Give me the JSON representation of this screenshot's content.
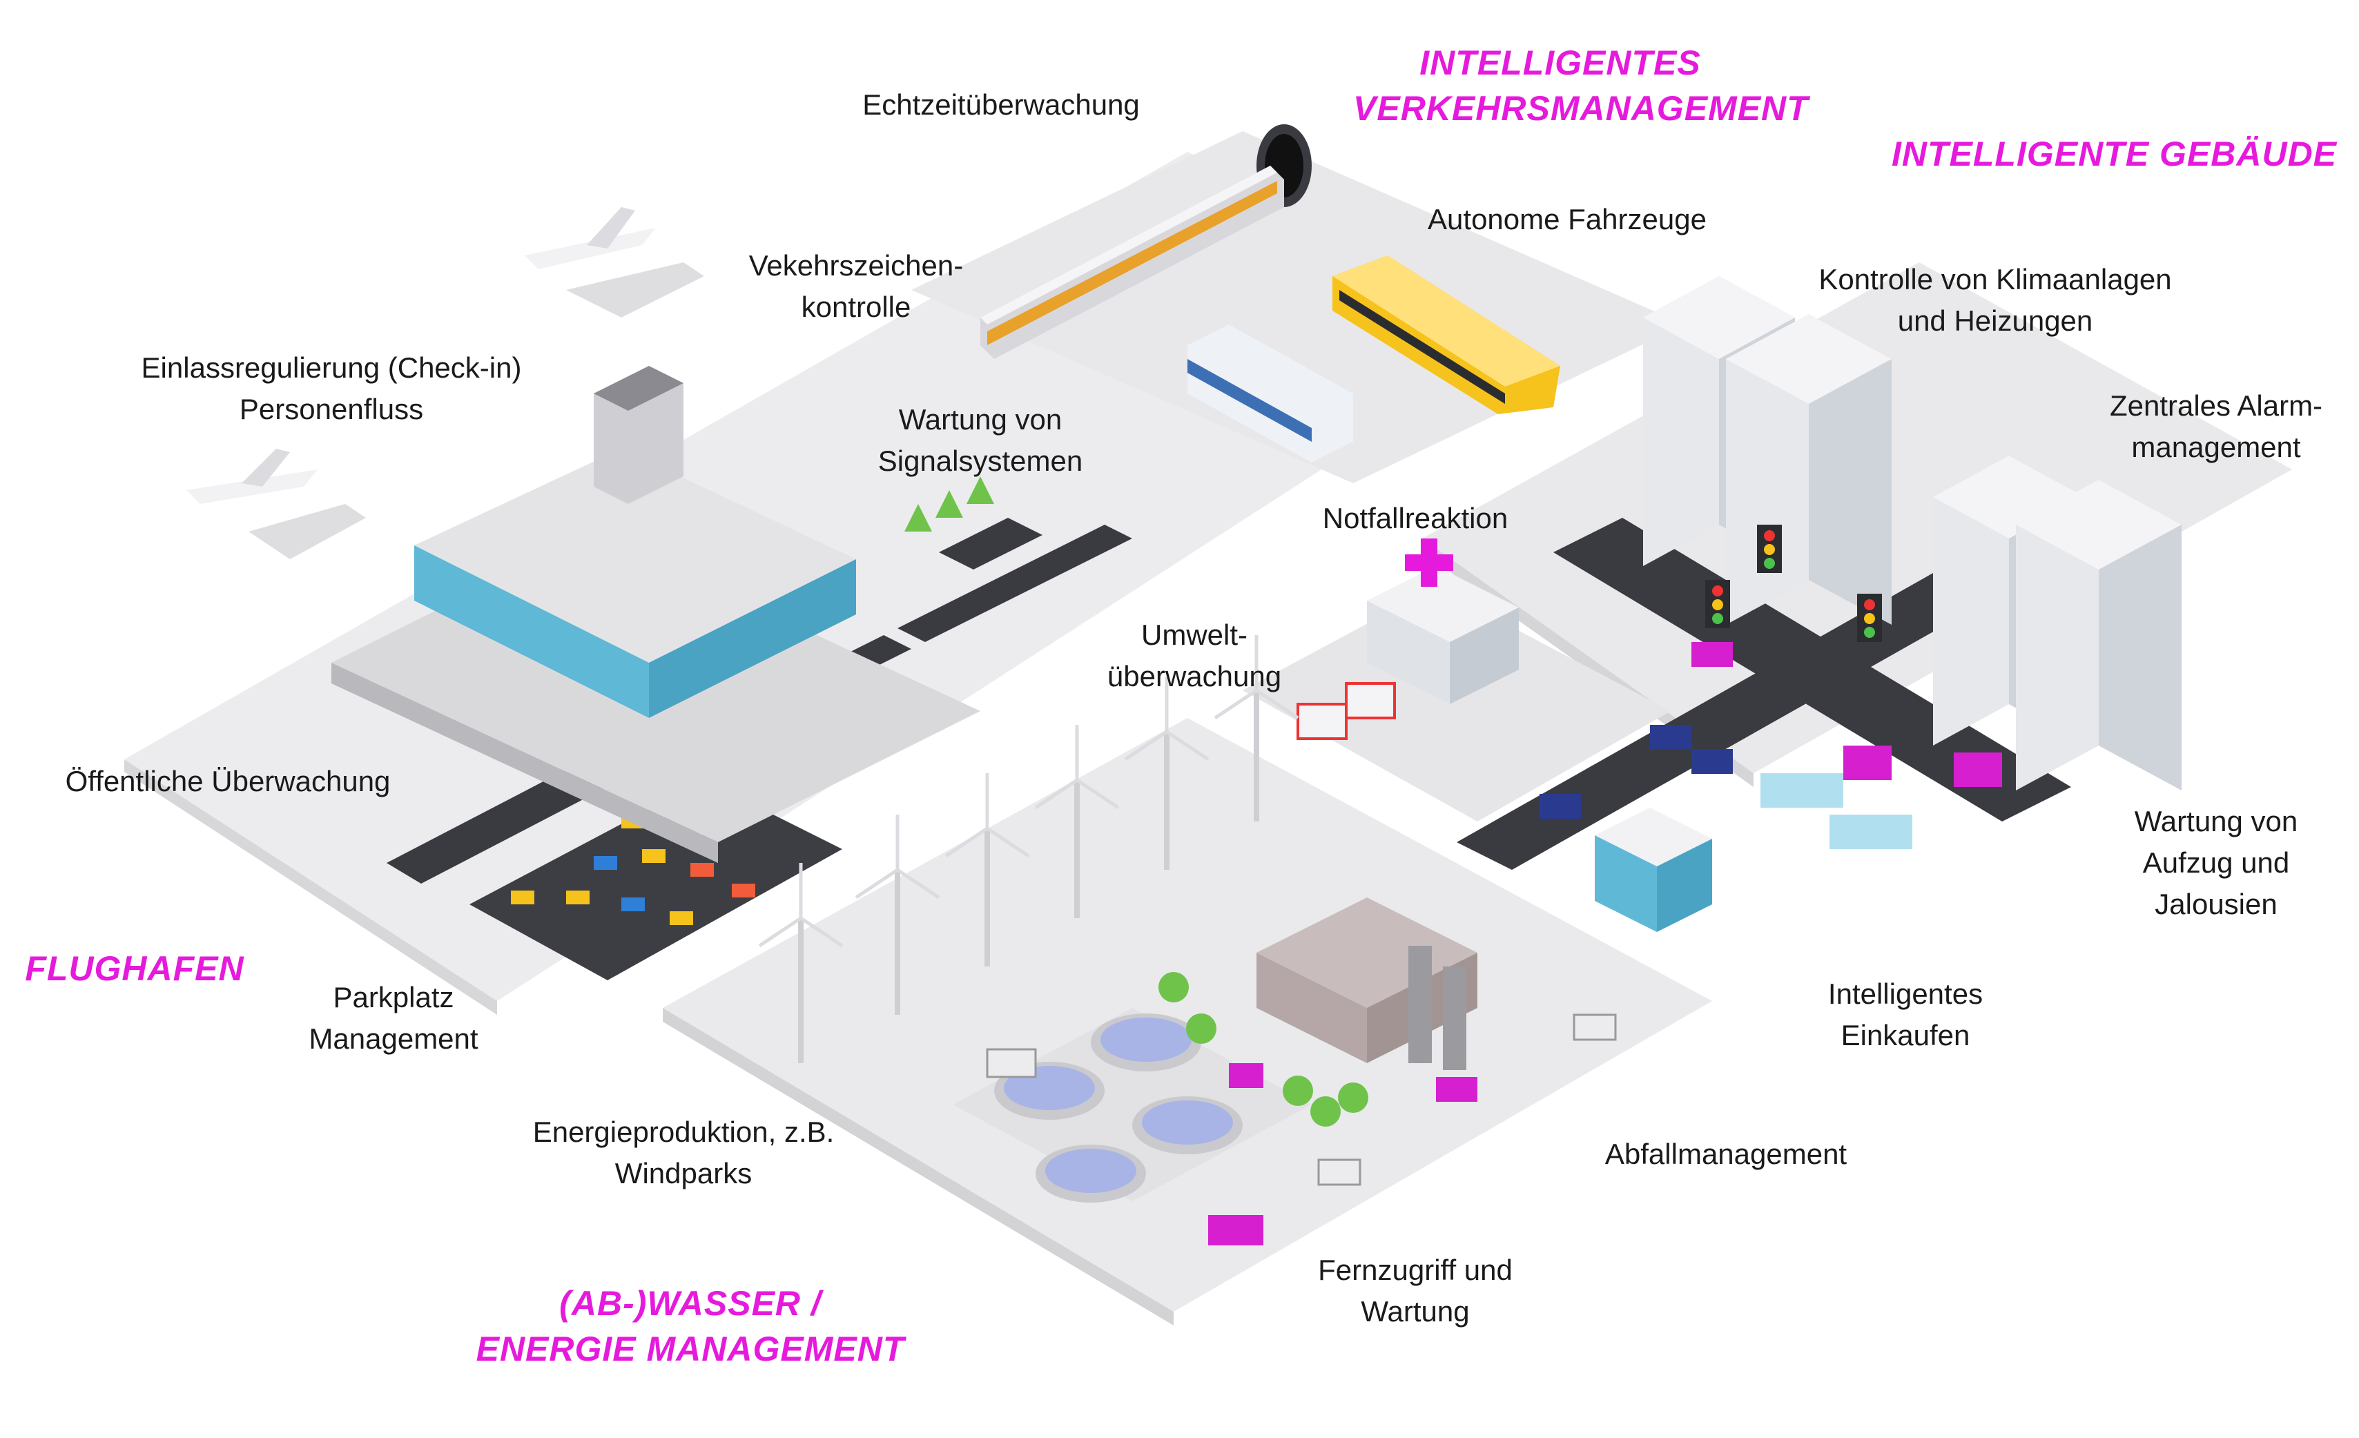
{
  "zones": {
    "traffic": [
      "INTELLIGENTES",
      "VERKEHRSMANAGEMENT"
    ],
    "buildings": [
      "INTELLIGENTE GEBÄUDE"
    ],
    "airport": [
      "FLUGHAFEN"
    ],
    "water_energy": [
      "(AB-)WASSER /",
      "ENERGIE MANAGEMENT"
    ]
  },
  "labels": {
    "realtime": [
      "Echtzeitüberwachung"
    ],
    "traffic_signs": [
      "Vekehrszeichen-",
      "kontrolle"
    ],
    "autonomous": [
      "Autonome Fahrzeuge"
    ],
    "checkin": [
      "Einlassregulierung (Check-in)",
      "Personenfluss"
    ],
    "signals": [
      "Wartung von",
      "Signalsystemen"
    ],
    "emergency": [
      "Notfallreaktion"
    ],
    "hvac": [
      "Kontrolle von Klimaanlagen",
      "und Heizungen"
    ],
    "alarm": [
      "Zentrales Alarm-",
      "management"
    ],
    "environment": [
      "Umwelt-",
      "überwachung"
    ],
    "public_surv": [
      "Öffentliche Überwachung"
    ],
    "elevator": [
      "Wartung von",
      "Aufzug und",
      "Jalousien"
    ],
    "parking": [
      "Parkplatz",
      "Management"
    ],
    "shopping": [
      "Intelligentes",
      "Einkaufen"
    ],
    "energy": [
      "Energieproduktion, z.B.",
      "Windparks"
    ],
    "waste": [
      "Abfallmanagement"
    ],
    "remote": [
      "Fernzugriff und",
      "Wartung"
    ]
  },
  "colors": {
    "accent": "#e61adc",
    "text": "#1a1a1a",
    "ground": "#eeeeef",
    "road": "#3a3b40",
    "glass": "#5fb8d6",
    "yellow": "#f6c21c",
    "pink": "#d61fcf"
  }
}
